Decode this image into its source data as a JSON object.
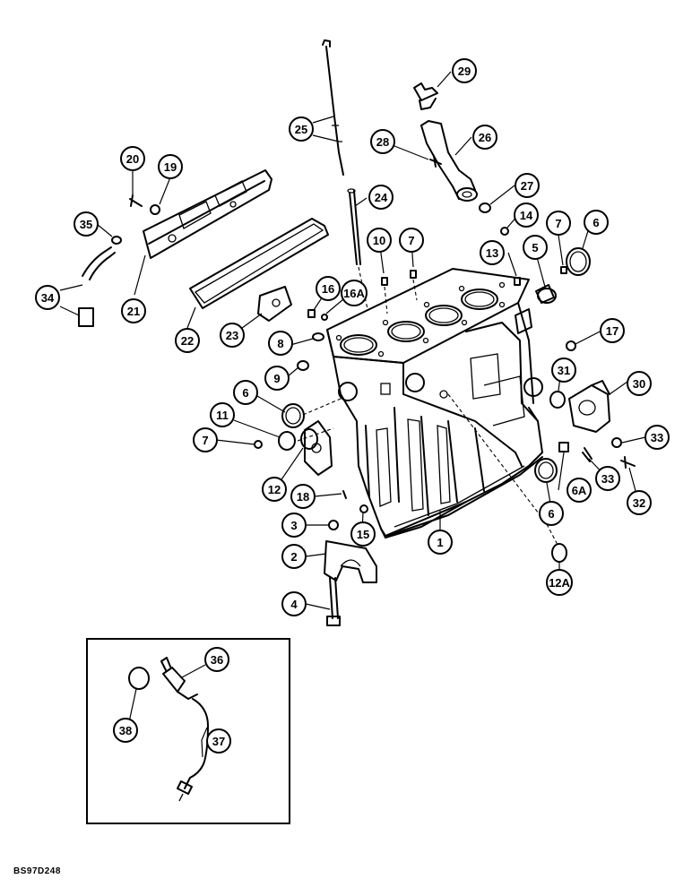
{
  "figure_code": "BS97D248",
  "callouts": [
    {
      "id": "c29",
      "label": "29"
    },
    {
      "id": "c25",
      "label": "25"
    },
    {
      "id": "c28",
      "label": "28"
    },
    {
      "id": "c26",
      "label": "26"
    },
    {
      "id": "c20",
      "label": "20"
    },
    {
      "id": "c19",
      "label": "19"
    },
    {
      "id": "c27",
      "label": "27"
    },
    {
      "id": "c24",
      "label": "24"
    },
    {
      "id": "c14",
      "label": "14"
    },
    {
      "id": "c7a",
      "label": "7"
    },
    {
      "id": "c6a",
      "label": "6"
    },
    {
      "id": "c35",
      "label": "35"
    },
    {
      "id": "c10",
      "label": "10"
    },
    {
      "id": "c7b",
      "label": "7"
    },
    {
      "id": "c13",
      "label": "13"
    },
    {
      "id": "c5",
      "label": "5"
    },
    {
      "id": "c34",
      "label": "34"
    },
    {
      "id": "c16",
      "label": "16"
    },
    {
      "id": "c16a",
      "label": "16A"
    },
    {
      "id": "c21",
      "label": "21"
    },
    {
      "id": "c22",
      "label": "22"
    },
    {
      "id": "c23",
      "label": "23"
    },
    {
      "id": "c8",
      "label": "8"
    },
    {
      "id": "c17",
      "label": "17"
    },
    {
      "id": "c9",
      "label": "9"
    },
    {
      "id": "c31",
      "label": "31"
    },
    {
      "id": "c30",
      "label": "30"
    },
    {
      "id": "c6b",
      "label": "6"
    },
    {
      "id": "c11",
      "label": "11"
    },
    {
      "id": "c7c",
      "label": "7"
    },
    {
      "id": "c33a",
      "label": "33"
    },
    {
      "id": "c12",
      "label": "12"
    },
    {
      "id": "c6A",
      "label": "6A"
    },
    {
      "id": "c33b",
      "label": "33"
    },
    {
      "id": "c32",
      "label": "32"
    },
    {
      "id": "c18",
      "label": "18"
    },
    {
      "id": "c6c",
      "label": "6"
    },
    {
      "id": "c3",
      "label": "3"
    },
    {
      "id": "c15",
      "label": "15"
    },
    {
      "id": "c1",
      "label": "1"
    },
    {
      "id": "c2",
      "label": "2"
    },
    {
      "id": "c12A",
      "label": "12A"
    },
    {
      "id": "c4",
      "label": "4"
    },
    {
      "id": "c36",
      "label": "36"
    },
    {
      "id": "c38",
      "label": "38"
    },
    {
      "id": "c37",
      "label": "37"
    }
  ]
}
